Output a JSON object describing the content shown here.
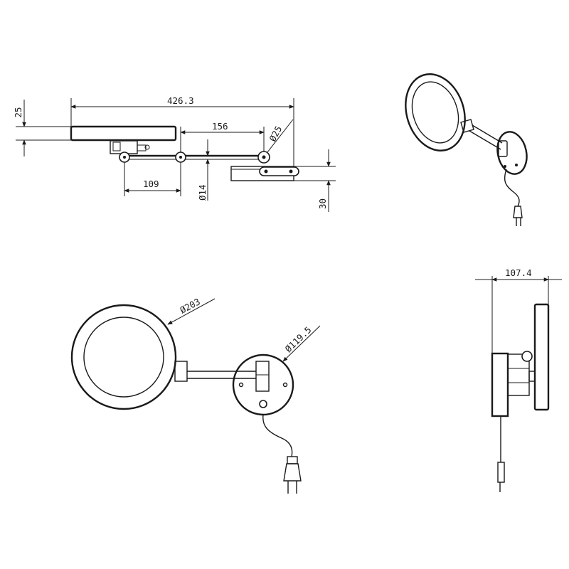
{
  "drawing": {
    "dimensions": {
      "overall_width": "426.3",
      "mirror_thickness": "25",
      "arm_segment": "156",
      "pivot_diameter": "Ø25",
      "first_segment": "109",
      "arm_diameter": "Ø14",
      "base_thickness": "30",
      "mirror_diameter": "Ø203",
      "wall_plate_diameter": "Ø119.5",
      "side_depth": "107.4"
    }
  }
}
